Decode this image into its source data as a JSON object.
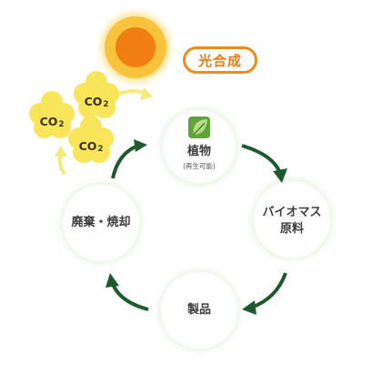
{
  "photosynthesis": {
    "label": "光合成"
  },
  "co2": {
    "main": "CO",
    "subscript": "2",
    "count": 3
  },
  "cycle": {
    "nodes": [
      {
        "id": "plant",
        "label": "植物",
        "sublabel": "(再生可能)",
        "icon": "leaf-icon"
      },
      {
        "id": "biomass",
        "label": "バイオマス",
        "label2": "原料"
      },
      {
        "id": "product",
        "label": "製品"
      },
      {
        "id": "disposal",
        "label": "廃棄・焼却"
      }
    ],
    "direction": "clockwise"
  },
  "colors": {
    "sun_core": "#f07e12",
    "sun_ring": "#f8c33a",
    "co2_bubble": "#f8e55a",
    "arrow_dark_green": "#1e5a2c",
    "arrow_yellow": "#f5e97a",
    "node_glow": "#d8ead0",
    "badge_orange": "#f08a1c",
    "leaf_green": "#6cae3a"
  }
}
